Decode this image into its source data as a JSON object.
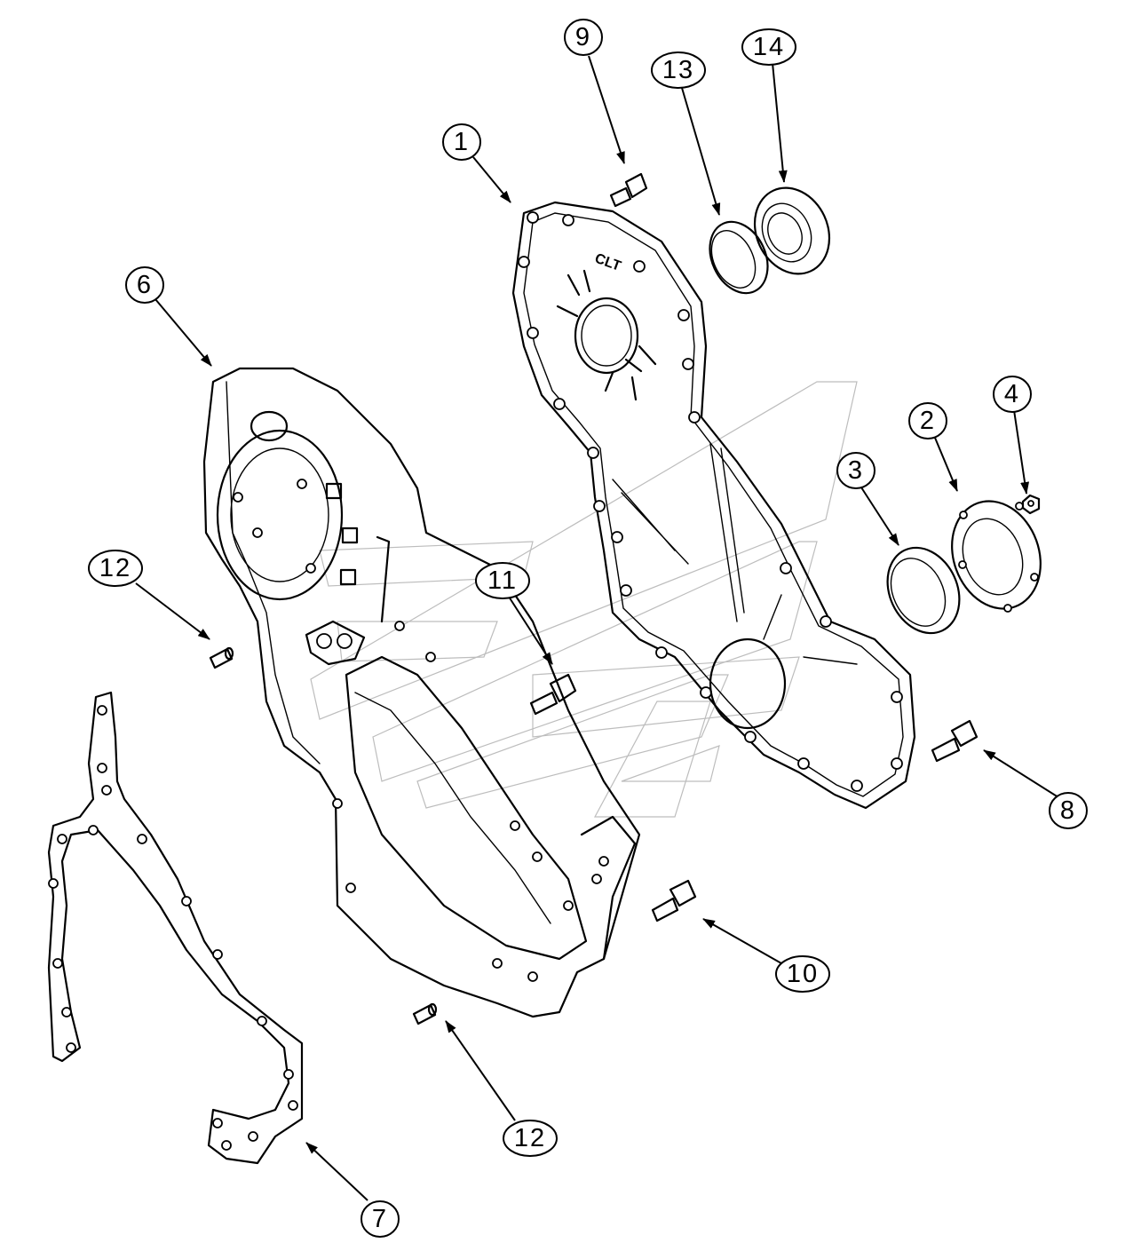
{
  "diagram": {
    "callouts": [
      {
        "id": "c1",
        "label": "1"
      },
      {
        "id": "c2",
        "label": "2"
      },
      {
        "id": "c3",
        "label": "3"
      },
      {
        "id": "c4",
        "label": "4"
      },
      {
        "id": "c6",
        "label": "6"
      },
      {
        "id": "c7",
        "label": "7"
      },
      {
        "id": "c8",
        "label": "8"
      },
      {
        "id": "c9",
        "label": "9"
      },
      {
        "id": "c10",
        "label": "10"
      },
      {
        "id": "c11",
        "label": "11"
      },
      {
        "id": "c12a",
        "label": "12"
      },
      {
        "id": "c12b",
        "label": "12"
      },
      {
        "id": "c13",
        "label": "13"
      },
      {
        "id": "c14",
        "label": "14"
      }
    ],
    "cover_marking": "CLT"
  }
}
